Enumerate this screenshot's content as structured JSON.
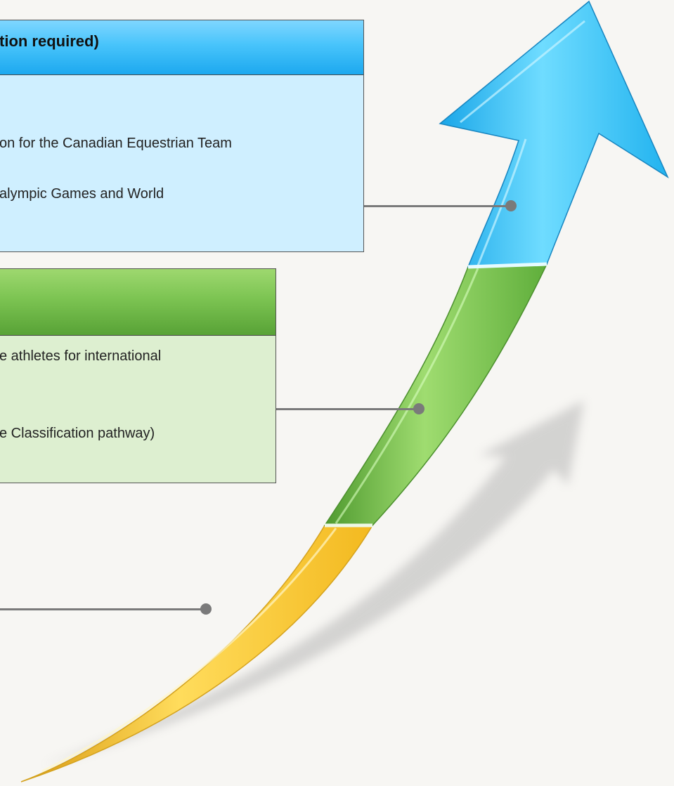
{
  "blue_panel": {
    "header": "tion required)",
    "body": {
      "line1": "on for the Canadian Equestrian Team",
      "line2": "alympic Games and World"
    }
  },
  "green_panel": {
    "header": "",
    "body": {
      "line1": "e athletes for international",
      "line2": "e Classification pathway)"
    }
  },
  "colors": {
    "background": "#f7f6f3",
    "blue_band": "#34c2f7",
    "green_band": "#7dc954",
    "yellow_band": "#f6c83a",
    "connector": "#7a7a7a"
  }
}
